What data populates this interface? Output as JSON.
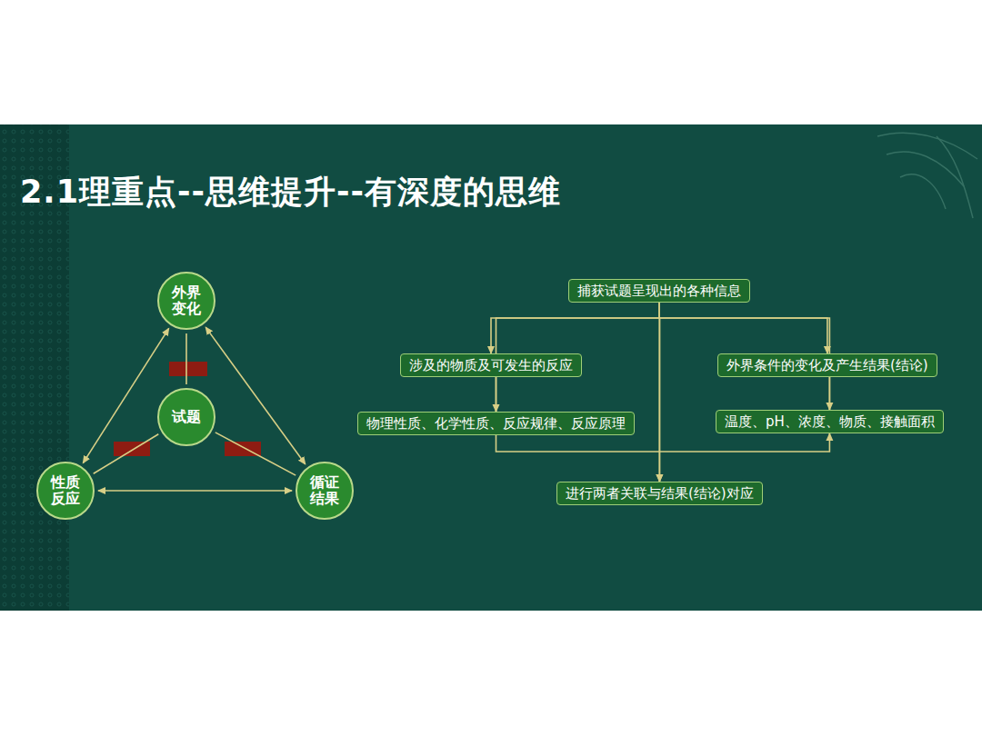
{
  "diagram": {
    "title": "2.1理重点--思维提升--有深度的思维",
    "nodes": [
      {
        "text": [
          "外界变化"
        ]
      },
      {
        "text": [
          "试题"
        ]
      },
      {
        "text": [
          "性质反应"
        ]
      },
      {
        "text": [
          "循证结果"
        ]
      },
      {
        "text": [
          "捕获试题呈现出的各种信息"
        ]
      },
      {
        "text": [
          "涉及的物质及可发生的反应"
        ]
      },
      {
        "text": [
          "外界条件的变化及产生结果(结论)"
        ]
      },
      {
        "text": [
          "物理性质、化学性质、反应规律、反应原理"
        ]
      },
      {
        "text": [
          "温度、pH、浓度、物质、接触面积"
        ]
      },
      {
        "text": [
          "进行两者关联与结果(结论)对应"
        ]
      }
    ],
    "edges": [
      {
        "from": 0,
        "to": 2,
        "arrow": "both"
      },
      {
        "from": 0,
        "to": 3,
        "arrow": "both"
      },
      {
        "from": 2,
        "to": 3,
        "arrow": "both"
      },
      {
        "from": 1,
        "to": 0,
        "arrow": "none"
      },
      {
        "from": 1,
        "to": 2,
        "arrow": "none"
      },
      {
        "from": 1,
        "to": 3,
        "arrow": "none"
      },
      {
        "from": 4,
        "to": 5,
        "arrow": "to"
      },
      {
        "from": 4,
        "to": 6,
        "arrow": "to"
      },
      {
        "from": 5,
        "to": 7,
        "arrow": "to"
      },
      {
        "from": 6,
        "to": 8,
        "arrow": "to"
      },
      {
        "from": 7,
        "to": 8,
        "arrow": "to"
      },
      {
        "from": 7,
        "to": 9,
        "arrow": "to"
      },
      {
        "from": 8,
        "to": 9,
        "arrow": "to"
      }
    ]
  }
}
